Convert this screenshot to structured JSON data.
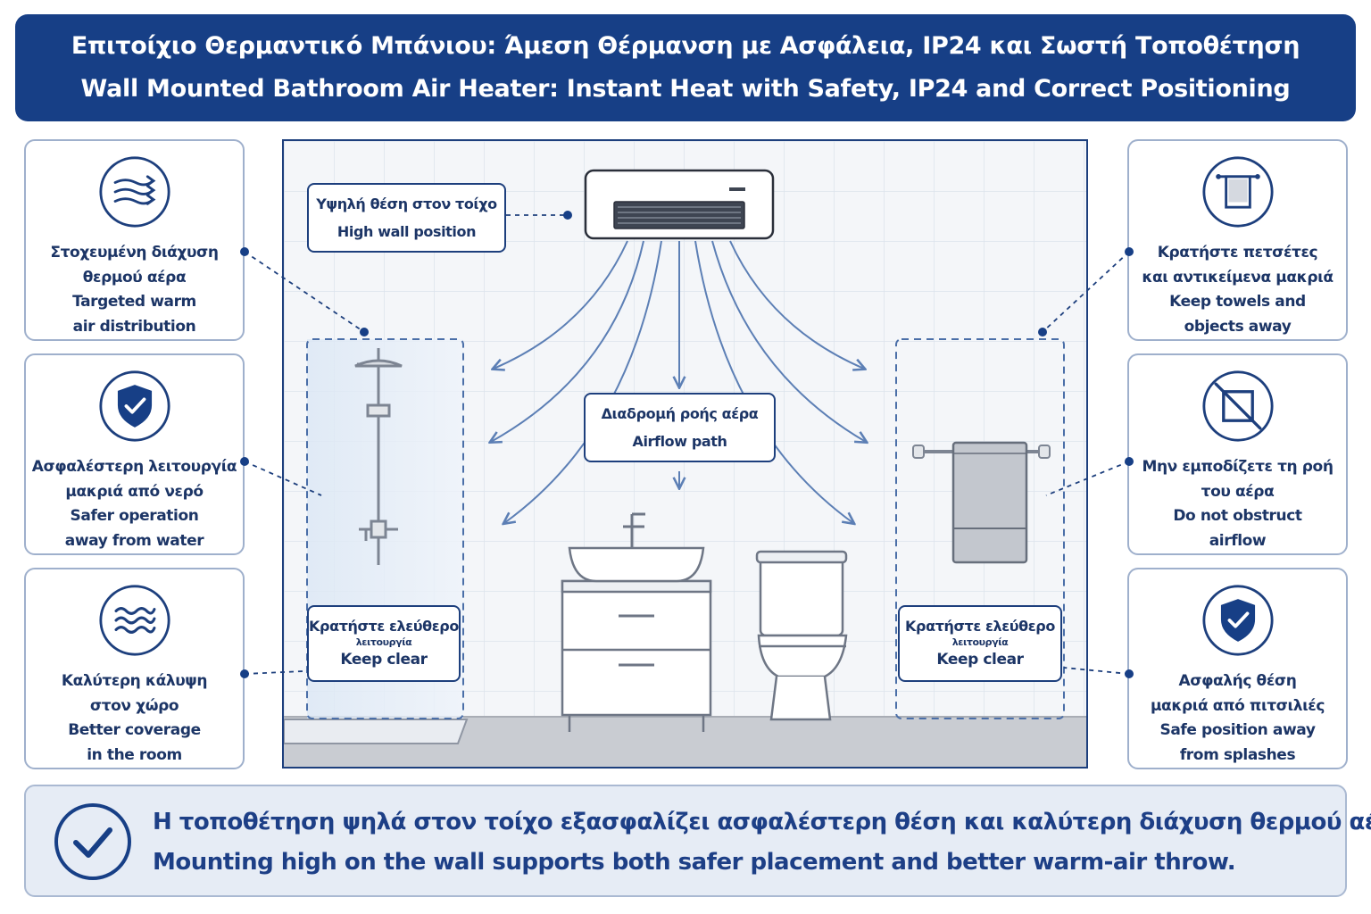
{
  "header": {
    "title_el": "Επιτοίχιο Θερμαντικό Μπάνιου: Άμεση Θέρμανση με Ασφάλεια, IP24 και Σωστή Τοποθέτηση",
    "title_en": "Wall Mounted Bathroom Air Heater: Instant Heat with Safety, IP24 and Correct Positioning"
  },
  "cards": {
    "left": [
      {
        "icon": "airflow-arrows-icon",
        "el1": "Στοχευμένη διάχυση",
        "el2": "θερμού αέρα",
        "en1": "Targeted warm",
        "en2": "air distribution"
      },
      {
        "icon": "shield-check-icon",
        "el1": "Ασφαλέστερη λειτουργία",
        "el2": "μακριά από νερό",
        "en1": "Safer operation",
        "en2": "away from water"
      },
      {
        "icon": "waves-icon",
        "el1": "Καλύτερη κάλυψη",
        "el2": "στον χώρο",
        "en1": "Better coverage",
        "en2": "in the room"
      }
    ],
    "right": [
      {
        "icon": "towel-icon",
        "el1": "Κρατήστε πετσέτες",
        "el2": "και αντικείμενα μακριά",
        "en1": "Keep towels and",
        "en2": "objects away"
      },
      {
        "icon": "no-obstruct-icon",
        "el1": "Μην εμποδίζετε τη ροή",
        "el2": "του αέρα",
        "en1": "Do not obstruct",
        "en2": "airflow"
      },
      {
        "icon": "shield-check-icon",
        "el1": "Ασφαλής θέση",
        "el2": "μακριά από πιτσιλιές",
        "en1": "Safe position away",
        "en2": "from splashes"
      }
    ]
  },
  "scene": {
    "high_wall_el": "Υψηλή θέση στον τοίχο",
    "high_wall_en": "High wall position",
    "airflow_el": "Διαδρομή ροής αέρα",
    "airflow_en": "Airflow path",
    "keep_clear_left_el": "Κρατήστε ελεύθερο",
    "keep_clear_left_sub": "λειτουργία",
    "keep_clear_left_en": "Keep clear",
    "keep_clear_right_el": "Κρατήστε ελεύθερο",
    "keep_clear_right_sub": "λειτουργία",
    "keep_clear_right_en": "Keep clear"
  },
  "bottom": {
    "line_el": "Η τοποθέτηση ψηλά στον τοίχο εξασφαλίζει ασφαλέστερη θέση και καλύτερη διάχυση θερμού αέρα.",
    "line_en": "Mounting high on the wall supports both safer placement and better warm-air throw."
  },
  "colors": {
    "navy": "#173f86",
    "accent": "#1d3f7d",
    "airflow": "#5c7fb5",
    "tile_line": "#dde3ec",
    "floor": "#c9ccd2"
  }
}
